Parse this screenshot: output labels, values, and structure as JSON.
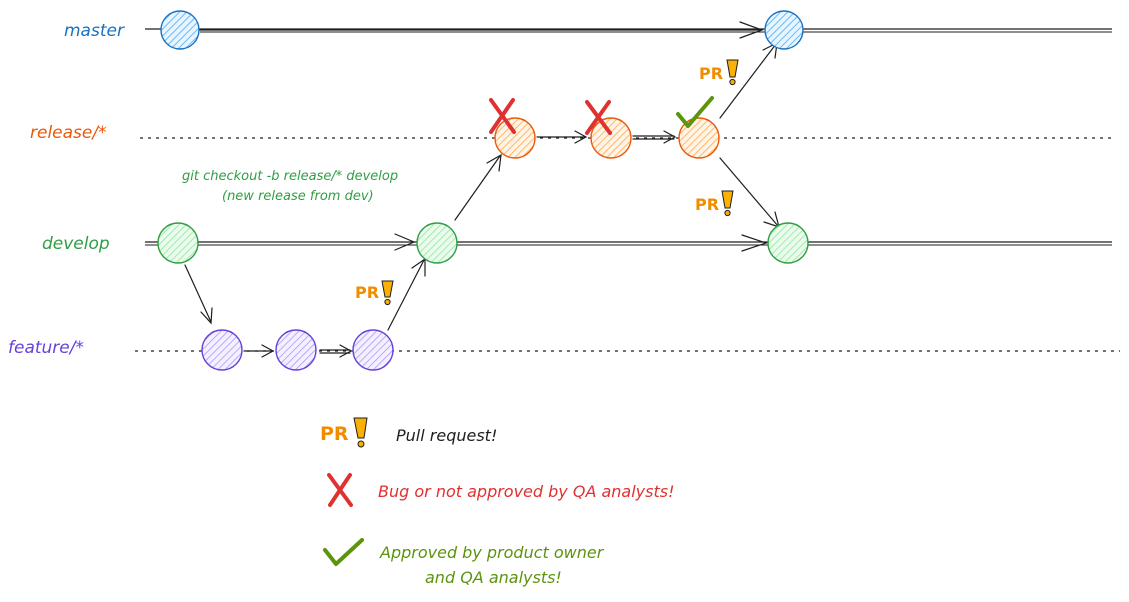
{
  "branches": {
    "master": {
      "label": "master",
      "color": "#1971c2"
    },
    "release": {
      "label": "release/*",
      "color": "#e8590c"
    },
    "develop": {
      "label": "develop",
      "color": "#2f9e44"
    },
    "feature": {
      "label": "feature/*",
      "color": "#6741d9"
    }
  },
  "checkout_note": {
    "line1": "git checkout -b release/* develop",
    "line2": "(new release from dev)"
  },
  "pr_badge": {
    "text": "PR",
    "color": "#f08c00",
    "exclaim_color": "#fab005"
  },
  "marks": {
    "bug_color": "#e03131",
    "ok_color": "#5c940d"
  },
  "legend": {
    "pr_text": "Pull request!",
    "bug_text": "Bug or not approved by QA analysts!",
    "approved_line1": "Approved by product owner",
    "approved_line2": "and QA analysts!"
  },
  "colors": {
    "bug_text": "#e03131",
    "approved_text": "#5c940d",
    "note_text": "#2f9e44",
    "master_fill": "#a5d8ff",
    "release_fill": "#ffc078",
    "develop_fill": "#b2f2bb",
    "feature_fill": "#d0bfff"
  }
}
